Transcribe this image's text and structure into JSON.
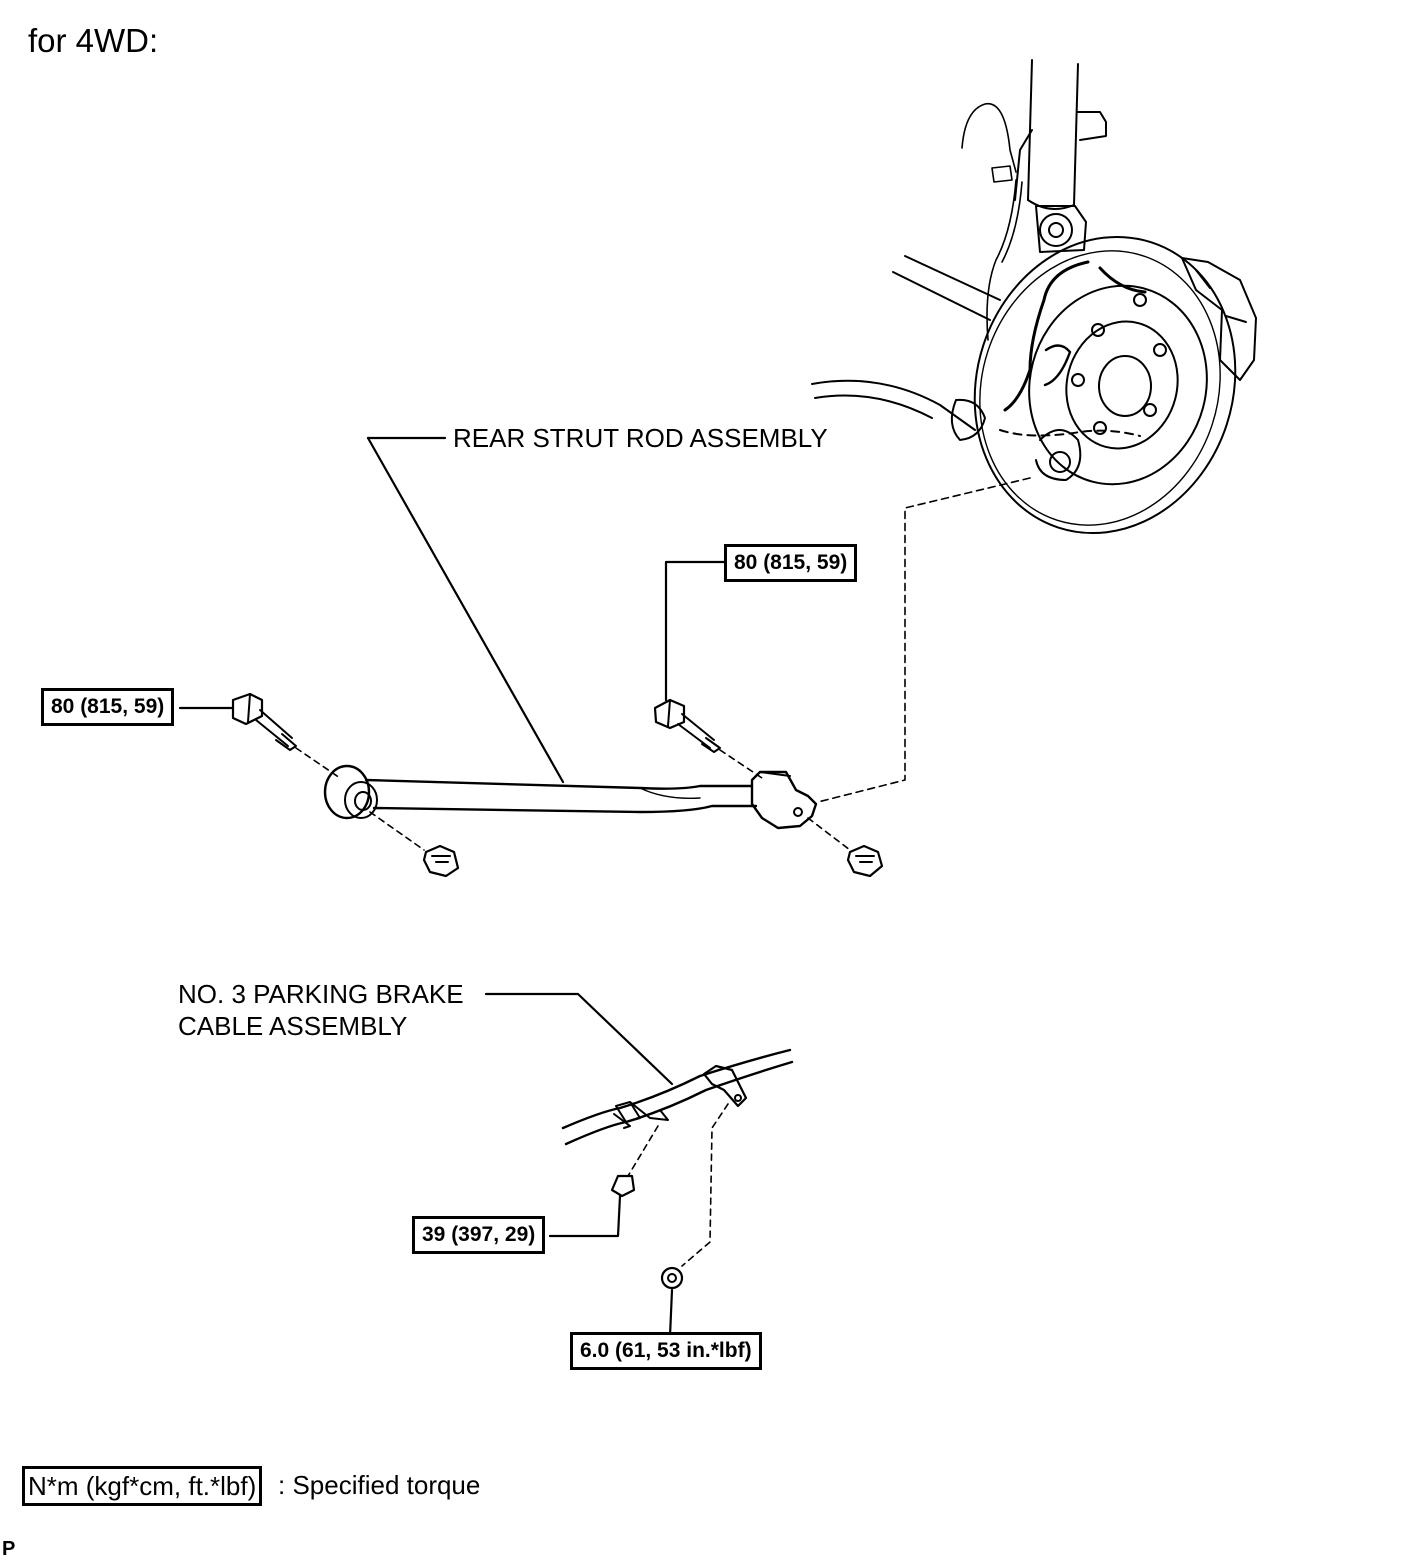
{
  "title": "for 4WD:",
  "parts": {
    "strut_rod": "REAR STRUT ROD ASSEMBLY",
    "brake_cable_line1": "NO. 3 PARKING BRAKE",
    "brake_cable_line2": "CABLE ASSEMBLY"
  },
  "torques": {
    "strut_rod_inner_bolt": "80 (815, 59)",
    "strut_rod_outer_bolt": "80 (815, 59)",
    "cable_bracket_bolt": "39 (397, 29)",
    "cable_clamp_nut": "6.0 (61, 53 in.*lbf)"
  },
  "legend": {
    "unit_box": "N*m (kgf*cm, ft.*lbf)",
    "description": ": Specified torque"
  },
  "footer_code": "P"
}
